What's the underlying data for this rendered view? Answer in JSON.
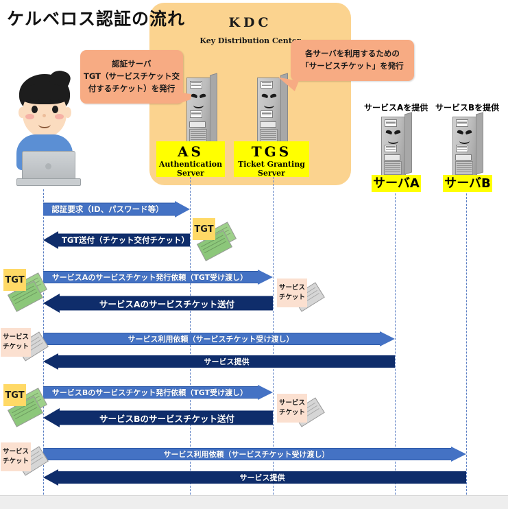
{
  "title": "ケルベロス認証の流れ",
  "kdc": {
    "name": "KDC",
    "subtitle": "Key Distribution Center"
  },
  "callouts": [
    {
      "id": "as-callout",
      "line1": "認証サーバ",
      "line2": "TGT（サービスチケット交",
      "line3": "付するチケット）を発行"
    },
    {
      "id": "tgs-callout",
      "line1": "各サーバを利用するための",
      "line2": "「サービスチケット」を発行"
    }
  ],
  "actors": [
    {
      "id": "as",
      "abbr": "AS",
      "full": "Authentication Server"
    },
    {
      "id": "tgs",
      "abbr": "TGS",
      "full": "Ticket Granting Server"
    },
    {
      "id": "server-a",
      "caption": "サービスAを提供",
      "label": "サーバA"
    },
    {
      "id": "server-b",
      "caption": "サービスBを提供",
      "label": "サーバB"
    }
  ],
  "messages": [
    {
      "id": "m1",
      "label": "認証要求（ID、パスワード等）",
      "dir": "right",
      "style": "light",
      "from": "user",
      "to": "as"
    },
    {
      "id": "m2",
      "label": "TGT送付（チケット交付チケット）",
      "dir": "left",
      "style": "dark",
      "from": "as",
      "to": "user"
    },
    {
      "id": "m3",
      "label": "サービスAのサービスチケット発行依頼（TGT受け渡し）",
      "dir": "right",
      "style": "light",
      "from": "user",
      "to": "tgs"
    },
    {
      "id": "m4",
      "label": "サービスAのサービスチケット送付",
      "dir": "left",
      "style": "dark",
      "from": "tgs",
      "to": "user"
    },
    {
      "id": "m5",
      "label": "サービス利用依頼（サービスチケット受け渡し）",
      "dir": "right",
      "style": "light",
      "from": "user",
      "to": "server-a"
    },
    {
      "id": "m6",
      "label": "サービス提供",
      "dir": "left",
      "style": "dark",
      "from": "server-a",
      "to": "user"
    },
    {
      "id": "m7",
      "label": "サービスBのサービスチケット発行依頼（TGT受け渡し）",
      "dir": "right",
      "style": "light",
      "from": "user",
      "to": "tgs"
    },
    {
      "id": "m8",
      "label": "サービスBのサービスチケット送付",
      "dir": "left",
      "style": "dark",
      "from": "tgs",
      "to": "user"
    },
    {
      "id": "m9",
      "label": "サービス利用依頼（サービスチケット受け渡し）",
      "dir": "right",
      "style": "light",
      "from": "user",
      "to": "server-b"
    },
    {
      "id": "m10",
      "label": "サービス提供",
      "dir": "left",
      "style": "dark",
      "from": "server-b",
      "to": "user"
    }
  ],
  "tickets": [
    {
      "id": "tgt-as",
      "kind": "tgt",
      "line1": "TGT"
    },
    {
      "id": "tgt-user-1",
      "kind": "tgt",
      "line1": "TGT"
    },
    {
      "id": "tgt-user-2",
      "kind": "tgt",
      "line1": "TGT"
    },
    {
      "id": "st-tgs-1",
      "kind": "service",
      "line1": "サービス",
      "line2": "チケット"
    },
    {
      "id": "st-tgs-2",
      "kind": "service",
      "line1": "サービス",
      "line2": "チケット"
    },
    {
      "id": "st-user-1",
      "kind": "service",
      "line1": "サービス",
      "line2": "チケット"
    },
    {
      "id": "st-user-2",
      "kind": "service",
      "line1": "サービス",
      "line2": "チケット"
    }
  ],
  "colors": {
    "kdc_panel": "#fbd38f",
    "callout": "#f7ab83",
    "plate": "#ffff00",
    "arrow_light": "#4472c4",
    "arrow_dark": "#0f2d6b",
    "lane": "#5b7fc4",
    "tgt_card": "#ffd966",
    "service_card": "#fbe0d0"
  }
}
